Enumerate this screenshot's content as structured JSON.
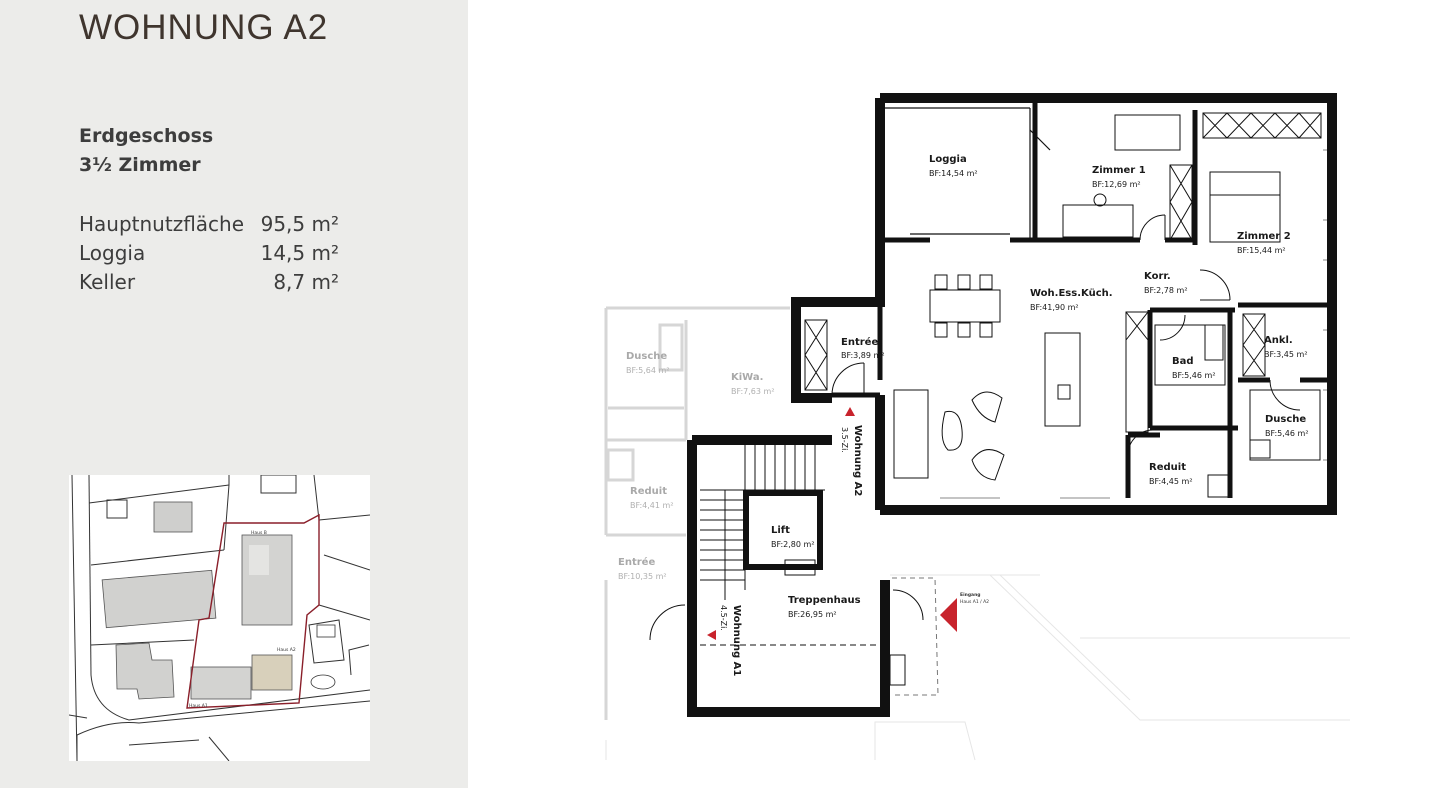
{
  "header": {
    "title": "WOHNUNG A2"
  },
  "summary": {
    "floor": "Erdgeschoss",
    "rooms": "3½ Zimmer",
    "rows": [
      {
        "label": "Hauptnutzfläche",
        "value": "95,5 m²"
      },
      {
        "label": "Loggia",
        "value": "14,5 m²"
      },
      {
        "label": "Keller",
        "value": "8,7 m²"
      }
    ]
  },
  "plan": {
    "rooms": {
      "loggia": {
        "name": "Loggia",
        "area": "BF:14,54 m²"
      },
      "zimmer1": {
        "name": "Zimmer 1",
        "area": "BF:12,69 m²"
      },
      "zimmer2": {
        "name": "Zimmer 2",
        "area": "BF:15,44 m²"
      },
      "korr": {
        "name": "Korr.",
        "area": "BF:2,78 m²"
      },
      "wohnen": {
        "name": "Woh.Ess.Küch.",
        "area": "BF:41,90 m²"
      },
      "entree": {
        "name": "Entrée",
        "area": "BF:3,89 m²"
      },
      "bad": {
        "name": "Bad",
        "area": "BF:5,46 m²"
      },
      "ankl": {
        "name": "Ankl.",
        "area": "BF:3,45 m²"
      },
      "dusche": {
        "name": "Dusche",
        "area": "BF:5,46 m²"
      },
      "reduit": {
        "name": "Reduit",
        "area": "BF:4,45 m²"
      },
      "lift": {
        "name": "Lift",
        "area": "BF:2,80 m²"
      },
      "treppenhaus": {
        "name": "Treppenhaus",
        "area": "BF:26,95 m²"
      }
    },
    "ghost": {
      "dusche": {
        "name": "Dusche",
        "area": "BF:5,64 m²"
      },
      "kiwa": {
        "name": "KiWa.",
        "area": "BF:7,63 m²"
      },
      "reduit": {
        "name": "Reduit",
        "area": "BF:4,41 m²"
      },
      "entree": {
        "name": "Entrée",
        "area": "BF:10,35 m²"
      }
    },
    "units": {
      "a2_name": "Wohnung A2",
      "a2_rooms": "3.5-Zi.",
      "a1_name": "Wohnung A1",
      "a1_rooms": "4.5-Zi."
    },
    "entrance": {
      "title": "Eingang",
      "sub": "Haus A1 / A2"
    },
    "colors": {
      "wall": "#111111",
      "marker": "#c8232c",
      "ghost": "#d6d6d6"
    }
  },
  "sitemap": {
    "labels": {
      "haus_b": "Haus B",
      "haus_a2": "Haus A2",
      "haus_a1": "Haus A1"
    },
    "colors": {
      "boundary": "#8a1f2a",
      "highlight": "#d8d0bb"
    }
  }
}
